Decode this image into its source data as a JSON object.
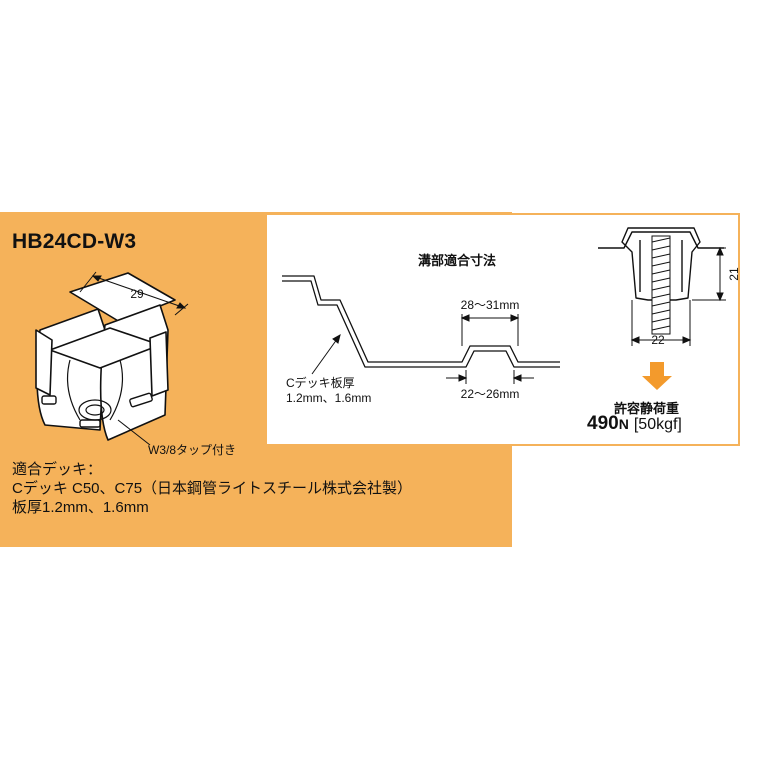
{
  "product_code": "HB24CD-W3",
  "product_width_dim": "29",
  "tap_label": "W3/8タップ付き",
  "fit_heading": "溝部適合寸法",
  "top_width_dim": "28～31mm",
  "bottom_width_dim": "22～26mm",
  "deck_thickness": {
    "title": "Cデッキ板厚",
    "values": "1.2mm、1.6mm"
  },
  "clamp_height_dim": "21",
  "clamp_width_dim": "22",
  "allowable_load": {
    "label": "許容静荷重",
    "value": "490",
    "unit": "N",
    "kgf": "[50kgf]"
  },
  "compatible_deck": {
    "title": "適合デッキ：",
    "deck_types": "Cデッキ C50、C75（日本鋼管ライトスチール株式会社製）",
    "thickness": "板厚1.2mm、1.6mm"
  },
  "colors": {
    "panel_orange": "#f5b25a",
    "arrow_orange": "#f39a2c"
  }
}
